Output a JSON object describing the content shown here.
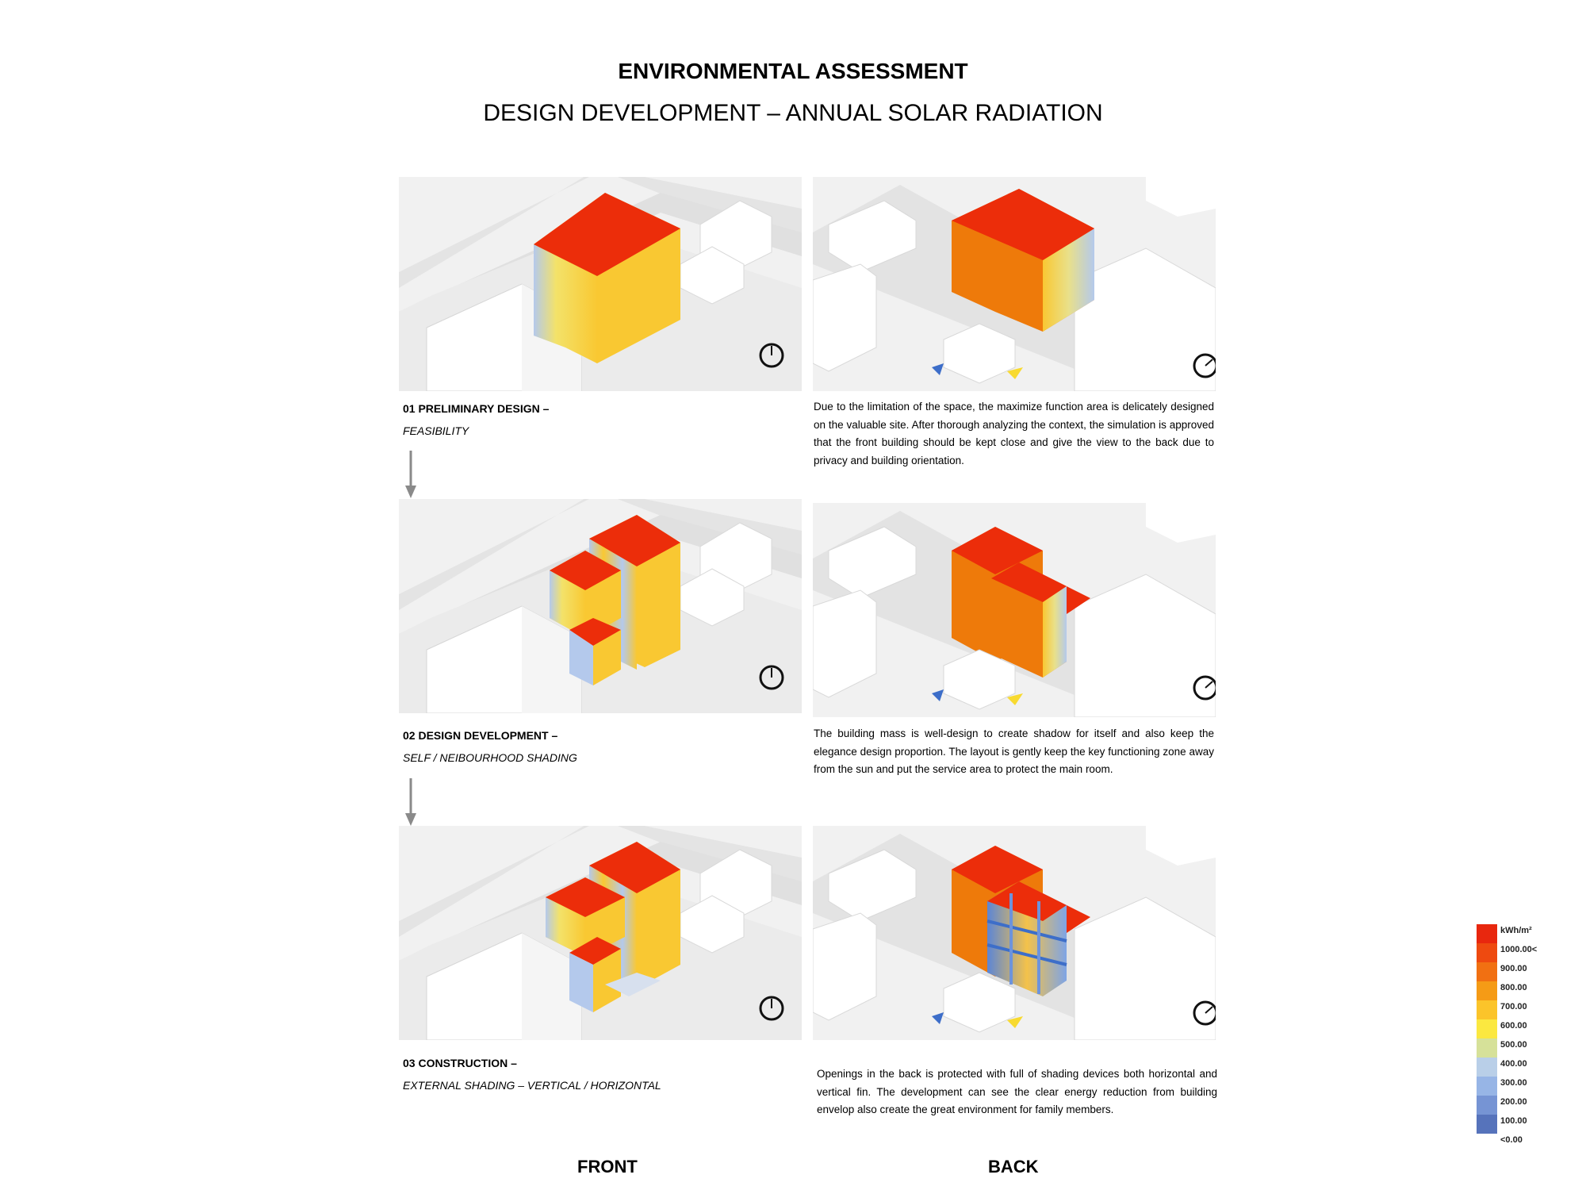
{
  "header": {
    "title": "ENVIRONMENTAL ASSESSMENT",
    "subtitle": "DESIGN DEVELOPMENT – ANNUAL SOLAR RADIATION"
  },
  "stages": [
    {
      "title": "01 PRELIMINARY DESIGN  –",
      "subtitle": "FEASIBILITY",
      "description": "Due to the limitation of the space, the maximize function area is delicately designed on the valuable site. After thorough analyzing the context, the simulation is approved that the front building should be kept close and give the view to the back due to privacy and building orientation."
    },
    {
      "title": "02 DESIGN DEVELOPMENT –",
      "subtitle": "SELF / NEIBOURHOOD SHADING",
      "description": "The building mass is well-design to create shadow for itself and also keep the elegance design proportion. The layout is gently keep the key functioning zone away from the sun and put  the service area to protect the main room."
    },
    {
      "title": "03 CONSTRUCTION –",
      "subtitle": "EXTERNAL SHADING – VERTICAL / HORIZONTAL",
      "description": "Openings in the back is protected with full of shading devices both horizontal and vertical fin. The development can see the clear energy reduction from building envelop also create the great environment for family members."
    }
  ],
  "columns": {
    "front": "FRONT",
    "back": "BACK"
  },
  "legend": {
    "unit": "kWh/m²",
    "labels": [
      "1000.00<",
      "900.00",
      "800.00",
      "700.00",
      "600.00",
      "500.00",
      "400.00",
      "300.00",
      "200.00",
      "100.00",
      "<0.00"
    ],
    "colors": [
      "#e8270e",
      "#ee4a10",
      "#f17012",
      "#f59b16",
      "#fbc42a",
      "#fbe840",
      "#d6e199",
      "#b9cfe8",
      "#97b5e6",
      "#7694d4",
      "#5673bb"
    ]
  },
  "colors": {
    "hot": "#ec2d0a",
    "orange": "#ee7a0a",
    "yellow": "#f9c832",
    "cool": "#b4c9ec",
    "context": "#ffffff"
  }
}
